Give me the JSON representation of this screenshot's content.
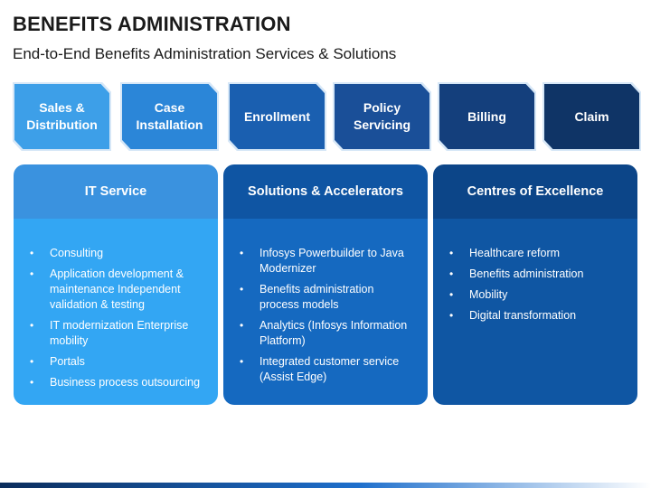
{
  "header": {
    "title": "BENEFITS ADMINISTRATION",
    "subtitle": "End-to-End Benefits Administration Services & Solutions"
  },
  "steps": [
    {
      "label": "Sales & Distribution",
      "color": "#3d9fe8"
    },
    {
      "label": "Case Installation",
      "color": "#2b86d8"
    },
    {
      "label": "Enrollment",
      "color": "#1a5fb0"
    },
    {
      "label": "Policy Servicing",
      "color": "#1a4f98"
    },
    {
      "label": "Billing",
      "color": "#143f7c"
    },
    {
      "label": "Claim",
      "color": "#0f3466"
    }
  ],
  "cards": [
    {
      "title": "IT Service",
      "head_color": "#3a92df",
      "body_color": "#33a6f3",
      "items": [
        "Consulting",
        " Application development & maintenance  Independent validation & testing",
        "IT modernization Enterprise mobility",
        "Portals",
        "Business process outsourcing"
      ]
    },
    {
      "title": "Solutions & Accelerators",
      "head_color": "#0f55a3",
      "body_color": "#1569c0",
      "items": [
        "Infosys Powerbuilder to Java Modernizer",
        "Benefits administration process models",
        "Analytics (Infosys Information Platform)",
        "Integrated customer service (Assist Edge)"
      ]
    },
    {
      "title": "Centres of Excellence",
      "head_color": "#0c4588",
      "body_color": "#0f56a3",
      "items": [
        "Healthcare reform",
        "Benefits administration",
        "Mobility",
        "Digital transformation"
      ]
    }
  ]
}
